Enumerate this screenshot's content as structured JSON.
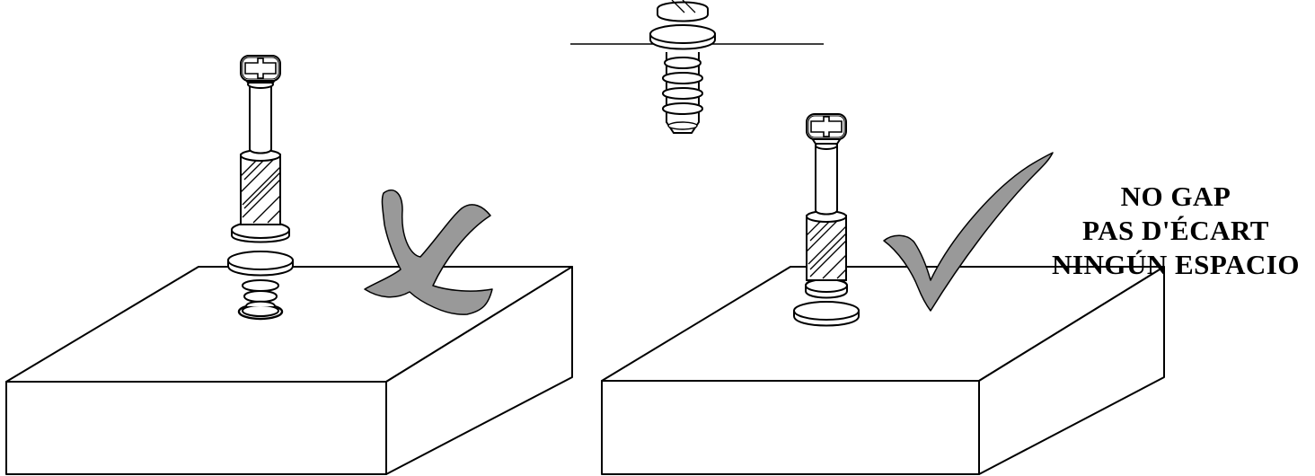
{
  "caption": {
    "line1": "NO GAP",
    "line2": "PAS D'ÉCART",
    "line3": "NINGÚN ESPACIO"
  },
  "colors": {
    "ink": "#000000",
    "mark_fill": "#999999",
    "surface": "#ffffff"
  },
  "panels": {
    "wrong": {
      "mark": "cross-mark-icon",
      "meaning": "incorrect"
    },
    "right": {
      "mark": "check-mark-icon",
      "meaning": "correct"
    }
  }
}
